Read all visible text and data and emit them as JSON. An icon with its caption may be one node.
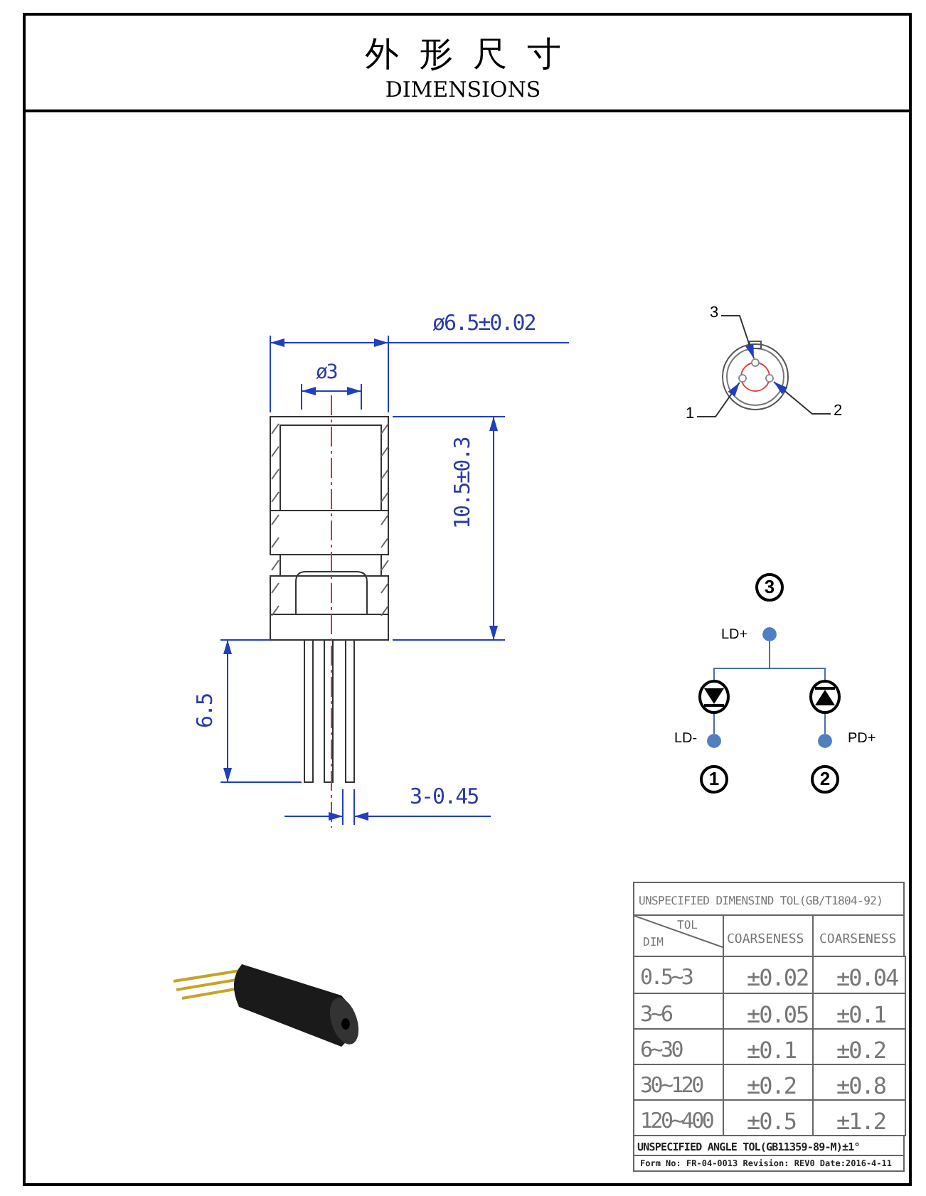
{
  "diagram": {
    "title": "外形尺寸",
    "nodes": [
      {
        "text": [
          "3"
        ]
      },
      {
        "text": [],
        "shape": "circle"
      },
      {
        "text": [
          "1"
        ]
      },
      {
        "text": [],
        "shape": "circle"
      },
      {
        "text": [
          "2"
        ]
      },
      {
        "text": [],
        "shape": "circle"
      },
      {
        "text": [
          "3"
        ]
      },
      {
        "text": [],
        "shape": "circle",
        "beside": [
          "LD+"
        ]
      },
      {
        "text": [],
        "shape": "diode"
      },
      {
        "text": [],
        "shape": "diode"
      },
      {
        "text": [],
        "shape": "circle",
        "beside": [
          "LD-"
        ]
      },
      {
        "text": [],
        "shape": "circle",
        "beside": [
          "PD+"
        ]
      },
      {
        "text": [
          "1"
        ]
      },
      {
        "text": [
          "2"
        ]
      },
      {
        "text": [],
        "shape": "picture"
      }
    ],
    "edges": [
      {
        "from": 0,
        "to": 1,
        "arrow": "to",
        "color": "#333333"
      },
      {
        "from": 2,
        "to": 3,
        "arrow": "to",
        "color": "#333333"
      },
      {
        "from": 4,
        "to": 5,
        "arrow": "to",
        "color": "#333333"
      },
      {
        "from": 7,
        "to": 8,
        "arrow": "none"
      },
      {
        "from": 7,
        "to": 9,
        "arrow": "none"
      },
      {
        "from": 8,
        "to": 10,
        "arrow": "none"
      },
      {
        "from": 9,
        "to": 11,
        "arrow": "none"
      }
    ],
    "labels": [
      "DIMENSIONS",
      "ø6.5±0.02",
      "ø3",
      "10.5±0.3",
      "6.5",
      "3-0.45",
      "UNSPECIFIED DIMENSIND TOL(GB/T1804-92)",
      "TOL",
      "DIM",
      "COARSENESS",
      "COARSENESS",
      "0.5~3",
      "±0.02",
      "±0.04",
      "3~6",
      "±0.05",
      "±0.1",
      "6~30",
      "±0.1",
      "±0.2",
      "30~120",
      "±0.2",
      "±0.8",
      "120~400",
      "±0.5",
      "±1.2",
      "UNSPECIFIED ANGLE TOL(GB11359-89-M)±1°",
      "Form No: FR-04-0013 Revision: REV0 Date:2016-4-11"
    ]
  }
}
